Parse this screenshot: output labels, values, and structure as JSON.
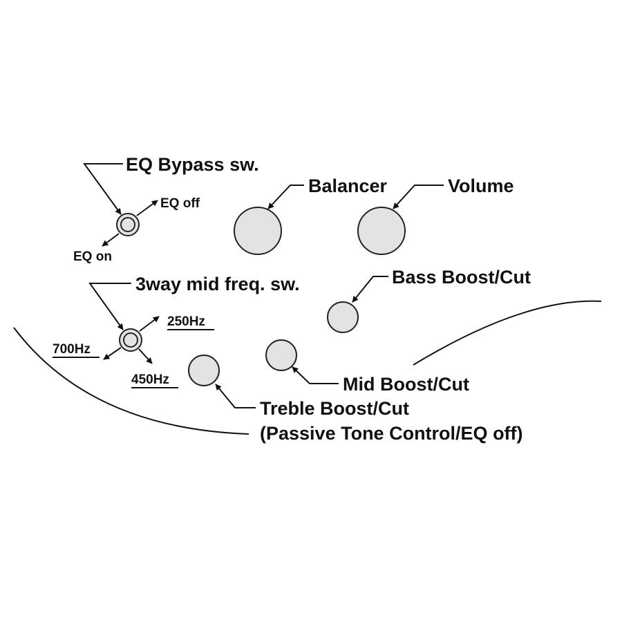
{
  "colors": {
    "ink": "#111111",
    "knob_fill": "#e3e3e3",
    "knob_stroke": "#222222",
    "background": "#ffffff"
  },
  "labels": {
    "eq_bypass_switch": "EQ Bypass sw.",
    "eq_off": "EQ off",
    "eq_on": "EQ on",
    "balancer": "Balancer",
    "volume": "Volume",
    "mid_freq_switch": "3way mid freq. sw.",
    "freq_250": "250Hz",
    "freq_700": "700Hz",
    "freq_450": "450Hz",
    "bass_boost_cut": "Bass Boost/Cut",
    "mid_boost_cut": "Mid Boost/Cut",
    "treble_boost_cut": "Treble Boost/Cut",
    "treble_note": "(Passive Tone Control/EQ off)"
  },
  "icons": {
    "switch": "toggle-switch-icon",
    "knob": "rotary-knob-icon"
  }
}
